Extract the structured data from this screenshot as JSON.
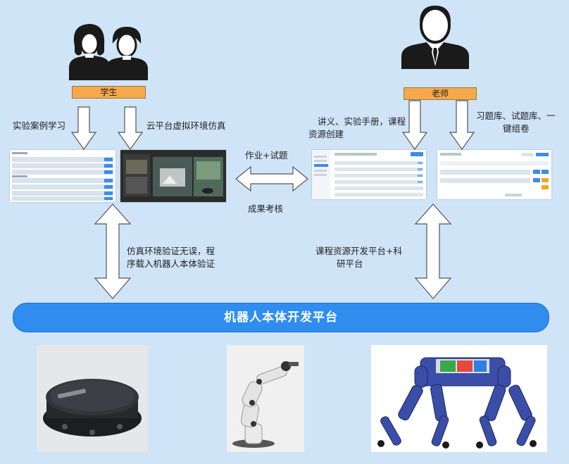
{
  "roles": {
    "student": "学生",
    "teacher": "老师"
  },
  "flows": {
    "student_case_study": "实验案例学习",
    "student_cloud_sim": "云平台虚拟环境仿真",
    "teacher_create_lines": [
      "讲义、实验手册，课程",
      "资源创建"
    ],
    "teacher_question_bank_lines": [
      "习题库、试题库、一",
      "键组卷"
    ],
    "homework_exam": "作业+试题",
    "result_assessment": "成果考核",
    "sim_verify_lines": [
      "仿真环境验证无误，程",
      "序载入机器人本体验证"
    ],
    "course_platform_lines": [
      "课程资源开发平台+科",
      "研平台"
    ]
  },
  "platform_label": "机器人本体开发平台",
  "colors": {
    "background": "#cfe4f7",
    "platform": "#2f8df0",
    "role_label": "#f6a94a",
    "arrow_fill": "#ffffff",
    "arrow_stroke": "#555555"
  },
  "icons": {
    "students": "two-students-icon",
    "teacher": "teacher-icon"
  }
}
